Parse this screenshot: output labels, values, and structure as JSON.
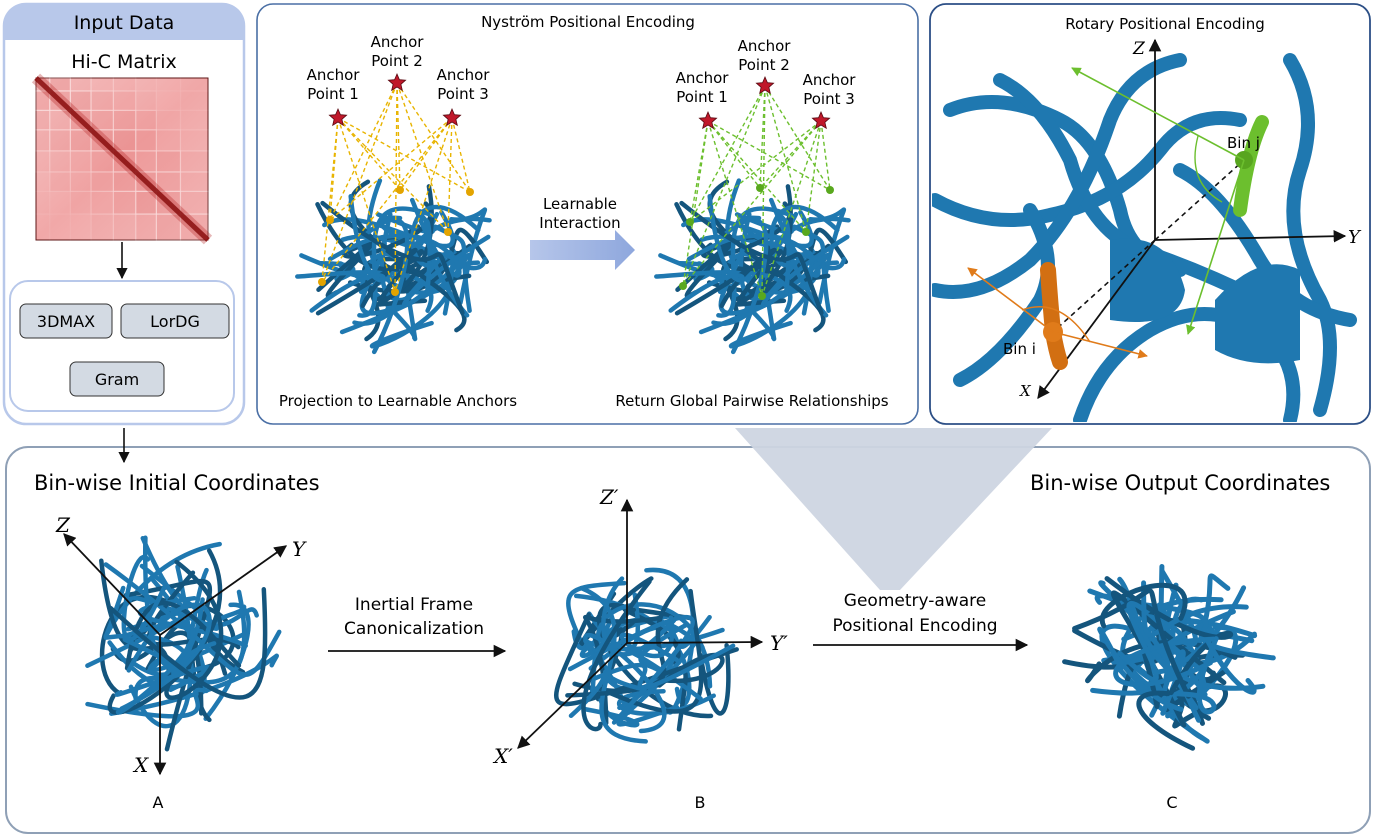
{
  "input_panel": {
    "title": "Input Data",
    "matrix_label": "Hi-C Matrix",
    "methods": [
      "3DMAX",
      "LorDG",
      "Gram"
    ]
  },
  "nystrom_panel": {
    "title": "Nyström Positional Encoding",
    "anchors_left": [
      {
        "line1": "Anchor",
        "line2": "Point 1"
      },
      {
        "line1": "Anchor",
        "line2": "Point 2"
      },
      {
        "line1": "Anchor",
        "line2": "Point 3"
      }
    ],
    "anchors_right": [
      {
        "line1": "Anchor",
        "line2": "Point 1"
      },
      {
        "line1": "Anchor",
        "line2": "Point 2"
      },
      {
        "line1": "Anchor",
        "line2": "Point 3"
      }
    ],
    "arrow_label_line1": "Learnable",
    "arrow_label_line2": "Interaction",
    "left_caption": "Projection to Learnable Anchors",
    "right_caption": "Return Global Pairwise Relationships"
  },
  "rotary_panel": {
    "title": "Rotary Positional Encoding",
    "axis_z": "Z",
    "axis_y": "Y",
    "axis_x": "X",
    "bin_j": "Bin j",
    "bin_i": "Bin i"
  },
  "bottom_panel": {
    "initial_title": "Bin-wise Initial Coordinates",
    "output_title": "Bin-wise Output Coordinates",
    "step1_line1": "Inertial Frame",
    "step1_line2": "Canonicalization",
    "step2_line1": "Geometry-aware",
    "step2_line2": "Positional Encoding",
    "axes_a": {
      "z": "Z",
      "y": "Y",
      "x": "X"
    },
    "axes_b": {
      "z": "Z′",
      "y": "Y′",
      "x": "X′"
    },
    "labels": [
      "A",
      "B",
      "C"
    ]
  },
  "colors": {
    "chromatin": "#1f78b0",
    "chromatin_dark": "#14557d",
    "anchor_star": "#c0182a",
    "yellow_link": "#e8b400",
    "green_link": "#6cbf2e",
    "orange_bin": "#e07b1a",
    "panel_border": "#4a6fa5",
    "header_fill": "#b8c8ea",
    "method_fill": "#d3dae3",
    "funnel": "#cdd5e1"
  }
}
